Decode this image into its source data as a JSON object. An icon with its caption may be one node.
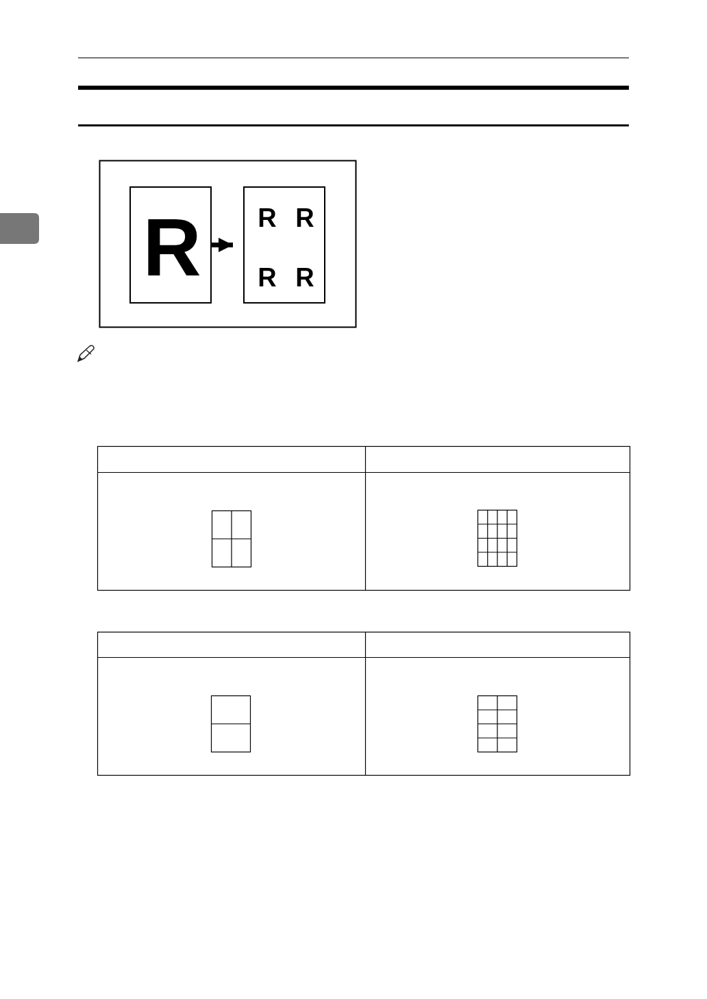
{
  "diagram": {
    "nodes": [
      {
        "text": [
          "R"
        ]
      },
      {
        "text": [
          "R",
          "R",
          "R",
          "R"
        ]
      }
    ],
    "edges": [
      {
        "from": 0,
        "to": 1,
        "arrow": "to"
      }
    ]
  }
}
